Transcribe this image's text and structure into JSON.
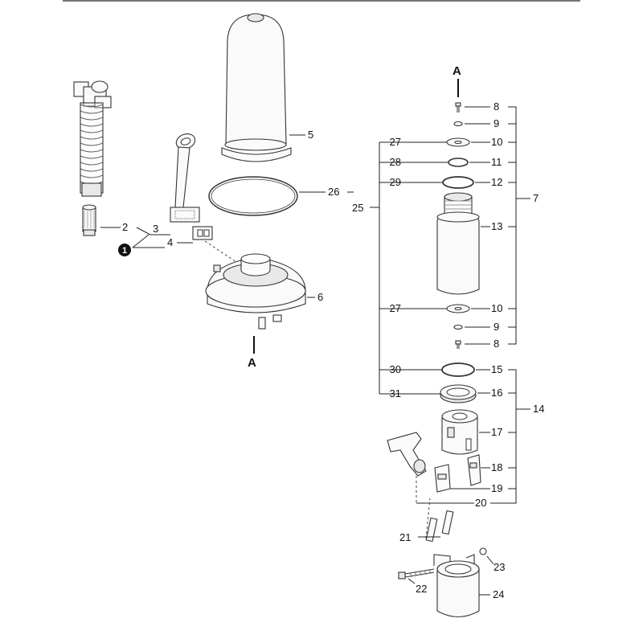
{
  "callouts": {
    "c1": "2",
    "c2": "3",
    "c3": "4",
    "c4": "5",
    "c5": "26",
    "c6": "25",
    "c7": "6",
    "c8": "8",
    "c9": "9",
    "c10": "27",
    "c11": "10",
    "c12": "28",
    "c13": "11",
    "c14": "29",
    "c15": "12",
    "c16": "7",
    "c17": "13",
    "c18": "27",
    "c19": "10",
    "c20": "9",
    "c21": "8",
    "c22": "30",
    "c23": "15",
    "c24": "31",
    "c25": "16",
    "c26": "14",
    "c27": "17",
    "c28": "18",
    "c29": "19",
    "c30": "20",
    "c31": "21",
    "c32": "23",
    "c33": "22",
    "c34": "24"
  },
  "markers": {
    "a_top": "A",
    "a_bottom": "A"
  },
  "circled_note": "1"
}
